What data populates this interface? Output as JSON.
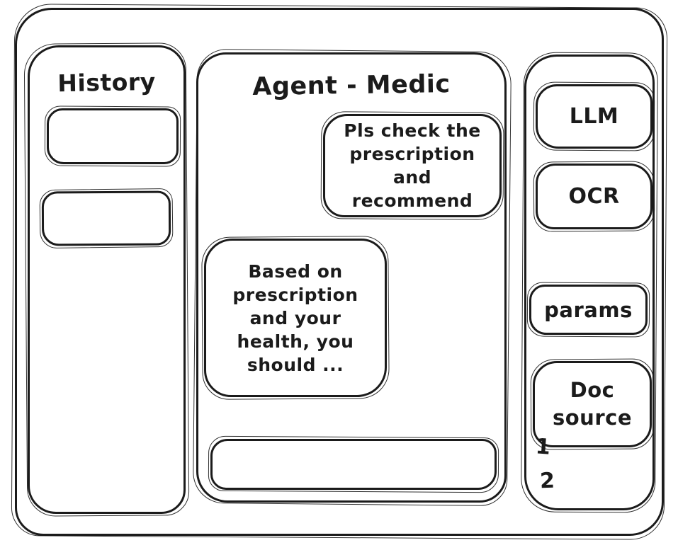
{
  "colors": {
    "ink": "#1b1b1b",
    "background": "#ffffff"
  },
  "left_sidebar": {
    "title": "History",
    "items": [
      {
        "label": ""
      },
      {
        "label": ""
      }
    ]
  },
  "main": {
    "title": "Agent - Medic",
    "messages": [
      {
        "role": "user",
        "text": "Pls check the prescription and recommend"
      },
      {
        "role": "assistant",
        "text": "Based on prescription and your health, you should ..."
      }
    ],
    "input": {
      "value": "",
      "placeholder": ""
    }
  },
  "right_sidebar": {
    "buttons": [
      {
        "label": "LLM"
      },
      {
        "label": "OCR"
      },
      {
        "label": "params"
      },
      {
        "label": "Doc source"
      }
    ],
    "sources": [
      "1",
      "2"
    ]
  }
}
